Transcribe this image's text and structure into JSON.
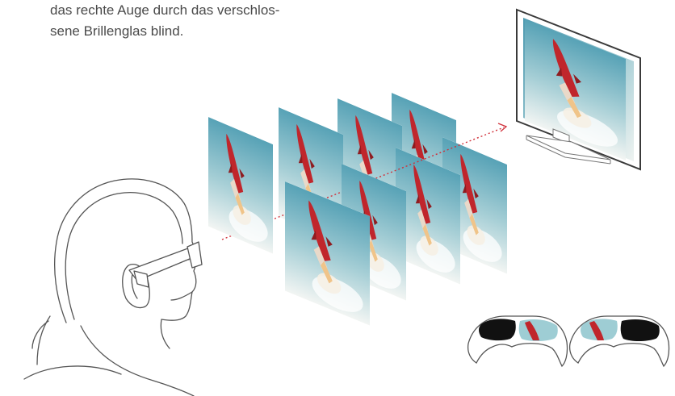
{
  "caption": {
    "lines": [
      "das rechte Auge durch das verschlos-",
      "sene Brillenglas blind."
    ]
  },
  "colors": {
    "outline": "#555555",
    "sightline": "#d0303a",
    "frame_sky_top": "#5ea9bd",
    "frame_sky_bottom": "#eef4f4",
    "rocket_body": "#c0262c",
    "lens_shut": "#111111",
    "monitor_frame": "#333333"
  },
  "icons": {
    "viewer": "person-with-shutter-glasses",
    "frames": "rocket-image-frame",
    "monitor": "monitor-display",
    "glasses_left_shut": "glasses-left-lens-shut",
    "glasses_right_shut": "glasses-right-lens-shut"
  }
}
